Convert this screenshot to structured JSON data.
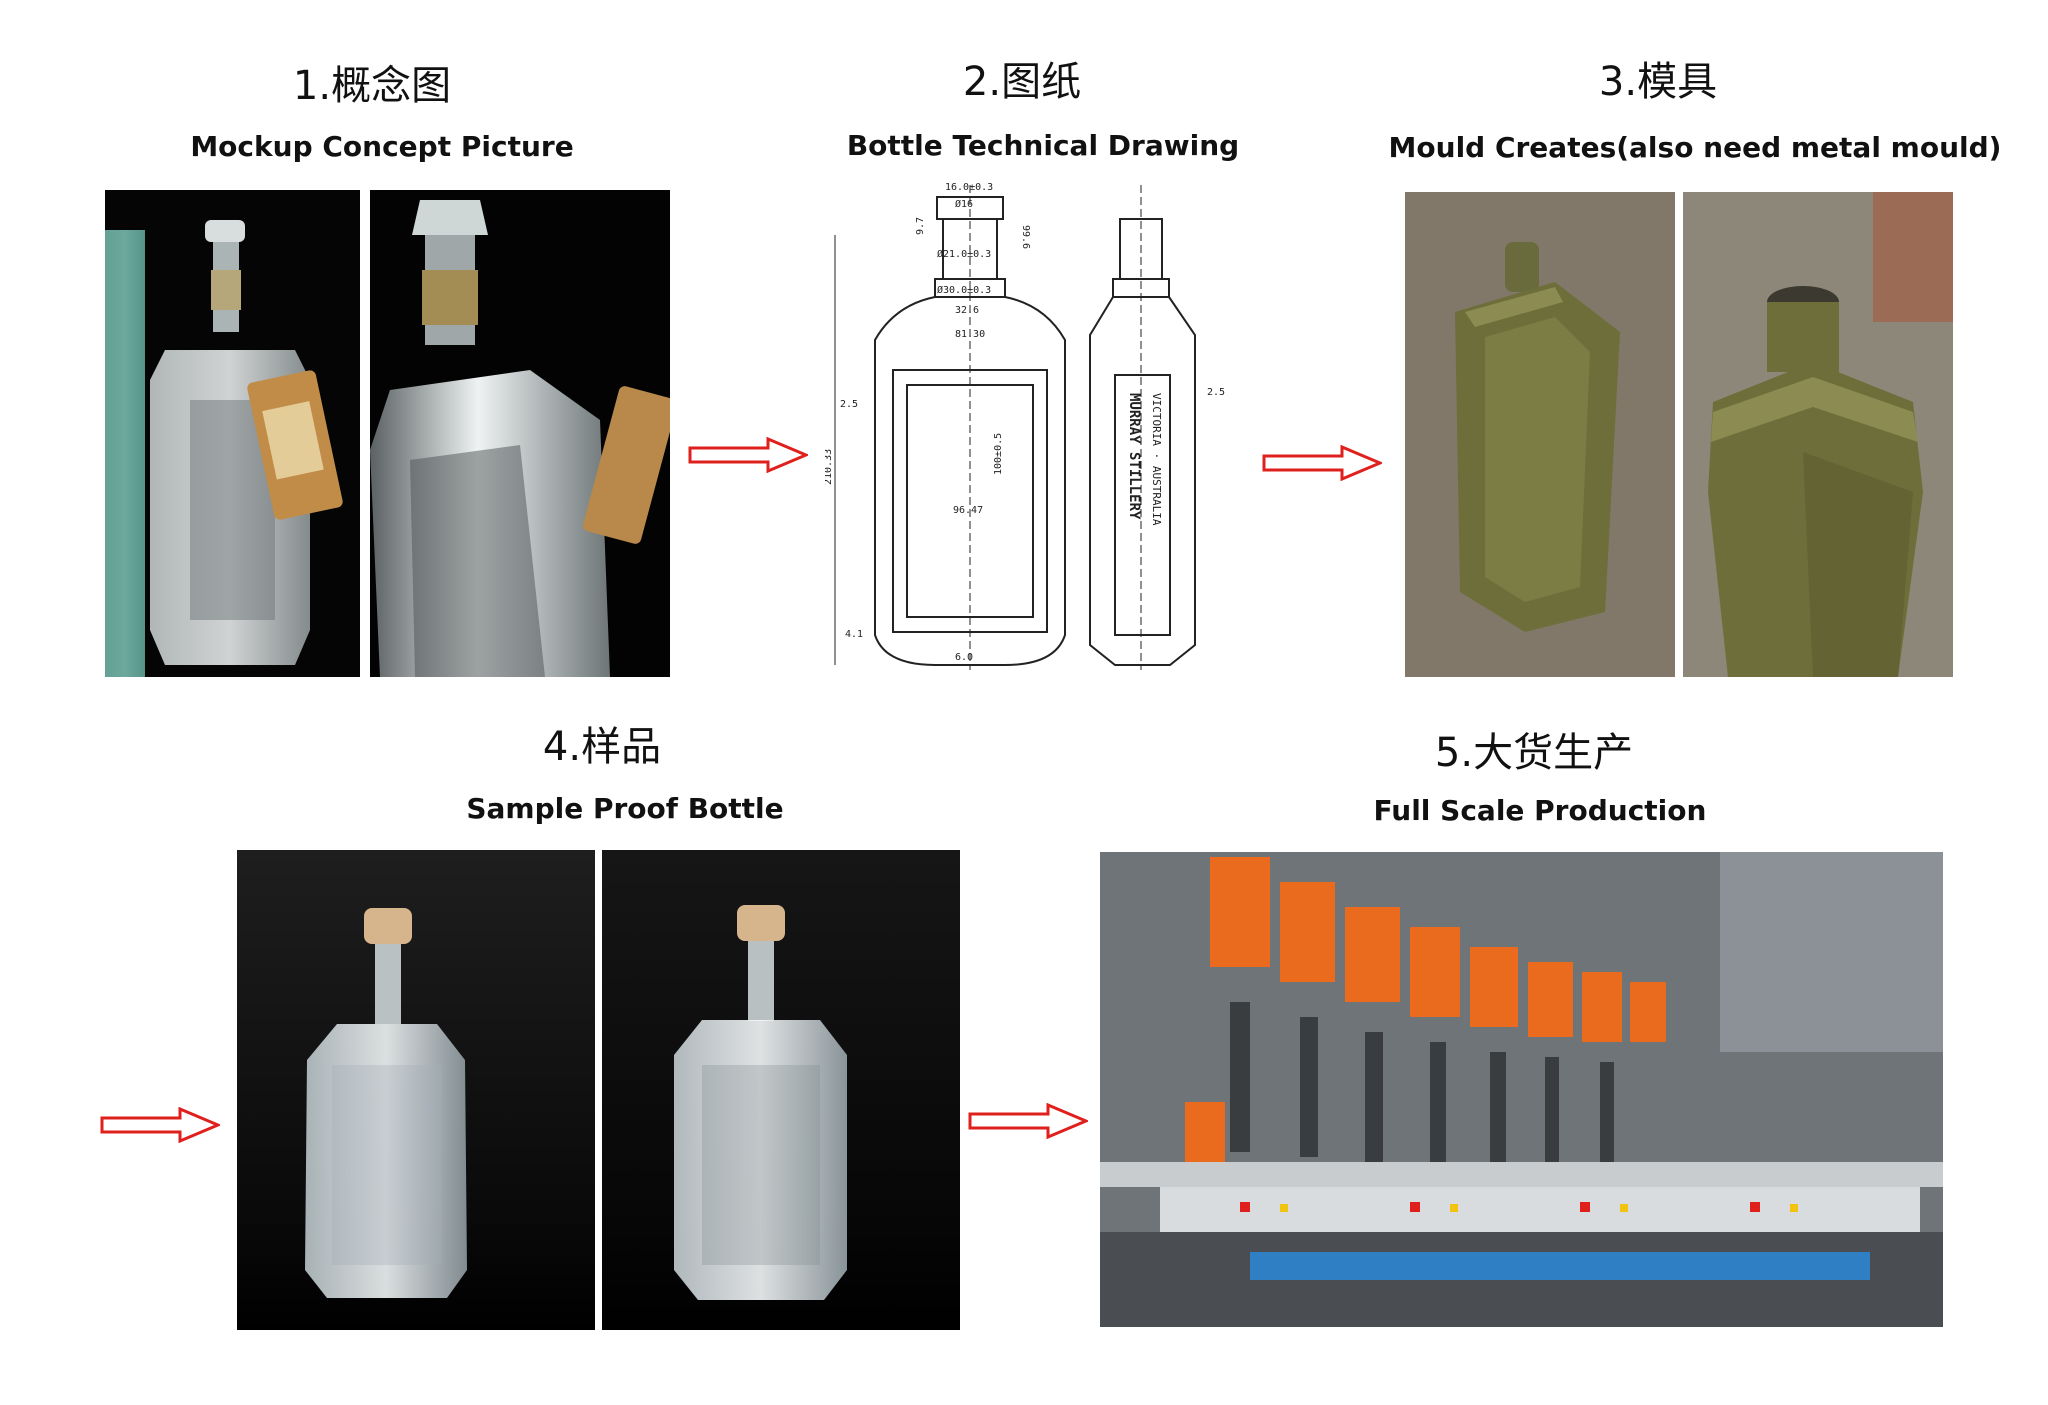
{
  "steps": [
    {
      "title": "1.概念图",
      "subtitle": "Mockup Concept Picture"
    },
    {
      "title": "2.图纸",
      "subtitle": "Bottle Technical Drawing"
    },
    {
      "title": "3.模具",
      "subtitle": "Mould Creates(also need metal mould)"
    },
    {
      "title": "4.样品",
      "subtitle": "Sample Proof Bottle"
    },
    {
      "title": "5.大货生产",
      "subtitle": "Full Scale Production"
    }
  ],
  "drawing": {
    "dims": [
      "16.0±0.3",
      "Ø16",
      "9.7",
      "99.6",
      "Ø21.0±0.3",
      "Ø30.0±0.3",
      "32.6",
      "81.30",
      "2.5",
      "210.33",
      "100±0.5",
      "96.47",
      "6.0",
      "4.1",
      "2.5"
    ],
    "emboss_text": [
      "MURRAY STILLERY",
      "VICTORIA · AUSTRALIA"
    ]
  },
  "colors": {
    "arrow": "#e0201c",
    "mould": "#6e6e3a",
    "machine_orange": "#ea6a1e",
    "machine_blue": "#2f7fc4"
  },
  "arrows": [
    "arrow-1-2",
    "arrow-2-3",
    "arrow-3-4",
    "arrow-4-5"
  ]
}
